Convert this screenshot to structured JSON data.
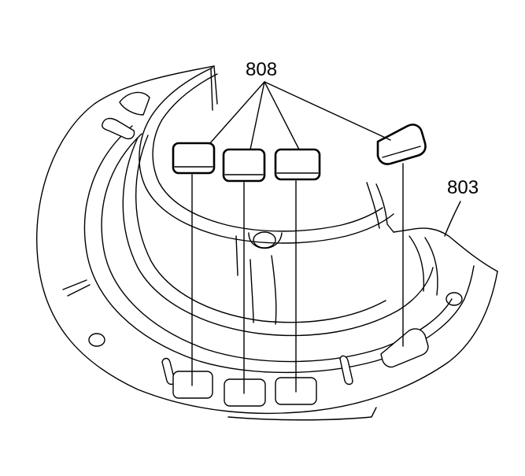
{
  "diagram": {
    "labels": {
      "part_808": "808",
      "part_803": "803"
    },
    "stroke_color": "#000000",
    "background_color": "#ffffff",
    "pad_count": 4
  }
}
